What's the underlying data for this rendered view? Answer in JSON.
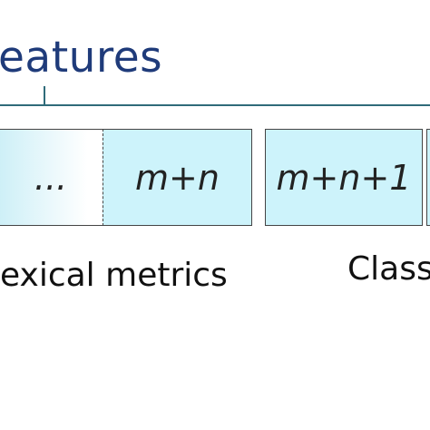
{
  "header": {
    "title": "eatures"
  },
  "cells": {
    "ellipsis": "...",
    "m_plus_n": "m+n",
    "m_plus_n_plus_1": "m+n+1"
  },
  "labels": {
    "lexical": "exical metrics",
    "class": "Class"
  },
  "colors": {
    "title": "#1f3b7a",
    "bracket": "#2f6b7a",
    "cell_fill": "#cdf3fb",
    "border": "#444444"
  }
}
